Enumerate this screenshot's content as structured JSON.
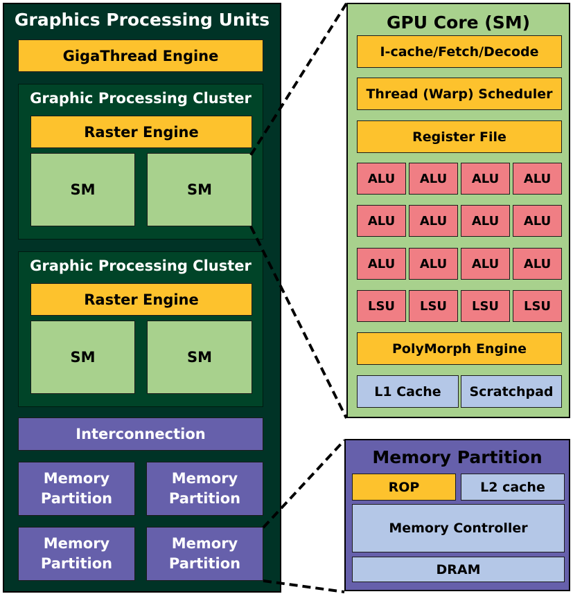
{
  "gpu": {
    "title": "Graphics Processing Units",
    "gigathread": "GigaThread Engine",
    "clusters": [
      {
        "title": "Graphic Processing Cluster",
        "raster": "Raster Engine",
        "sms": [
          "SM",
          "SM"
        ]
      },
      {
        "title": "Graphic Processing Cluster",
        "raster": "Raster Engine",
        "sms": [
          "SM",
          "SM"
        ]
      }
    ],
    "interconnect": "Interconnection",
    "memory_partitions": [
      "Memory Partition",
      "Memory Partition",
      "Memory Partition",
      "Memory Partition"
    ]
  },
  "sm_detail": {
    "title": "GPU Core (SM)",
    "icache": "I-cache/Fetch/Decode",
    "scheduler": "Thread (Warp) Scheduler",
    "regfile": "Register File",
    "units": [
      [
        "ALU",
        "ALU",
        "ALU",
        "ALU"
      ],
      [
        "ALU",
        "ALU",
        "ALU",
        "ALU"
      ],
      [
        "ALU",
        "ALU",
        "ALU",
        "ALU"
      ],
      [
        "LSU",
        "LSU",
        "LSU",
        "LSU"
      ]
    ],
    "polymorph": "PolyMorph Engine",
    "l1": "L1 Cache",
    "scratchpad": "Scratchpad"
  },
  "mem_detail": {
    "title": "Memory Partition",
    "rop": "ROP",
    "l2": "L2 cache",
    "controller": "Memory Controller",
    "dram": "DRAM"
  },
  "colors": {
    "gpu_bg": "#003326",
    "gpc_bg": "#004428",
    "yellow": "#fdc22d",
    "light_green": "#a8d18d",
    "purple": "#6660ab",
    "pink": "#f07e84",
    "light_blue": "#b4c7e7"
  }
}
